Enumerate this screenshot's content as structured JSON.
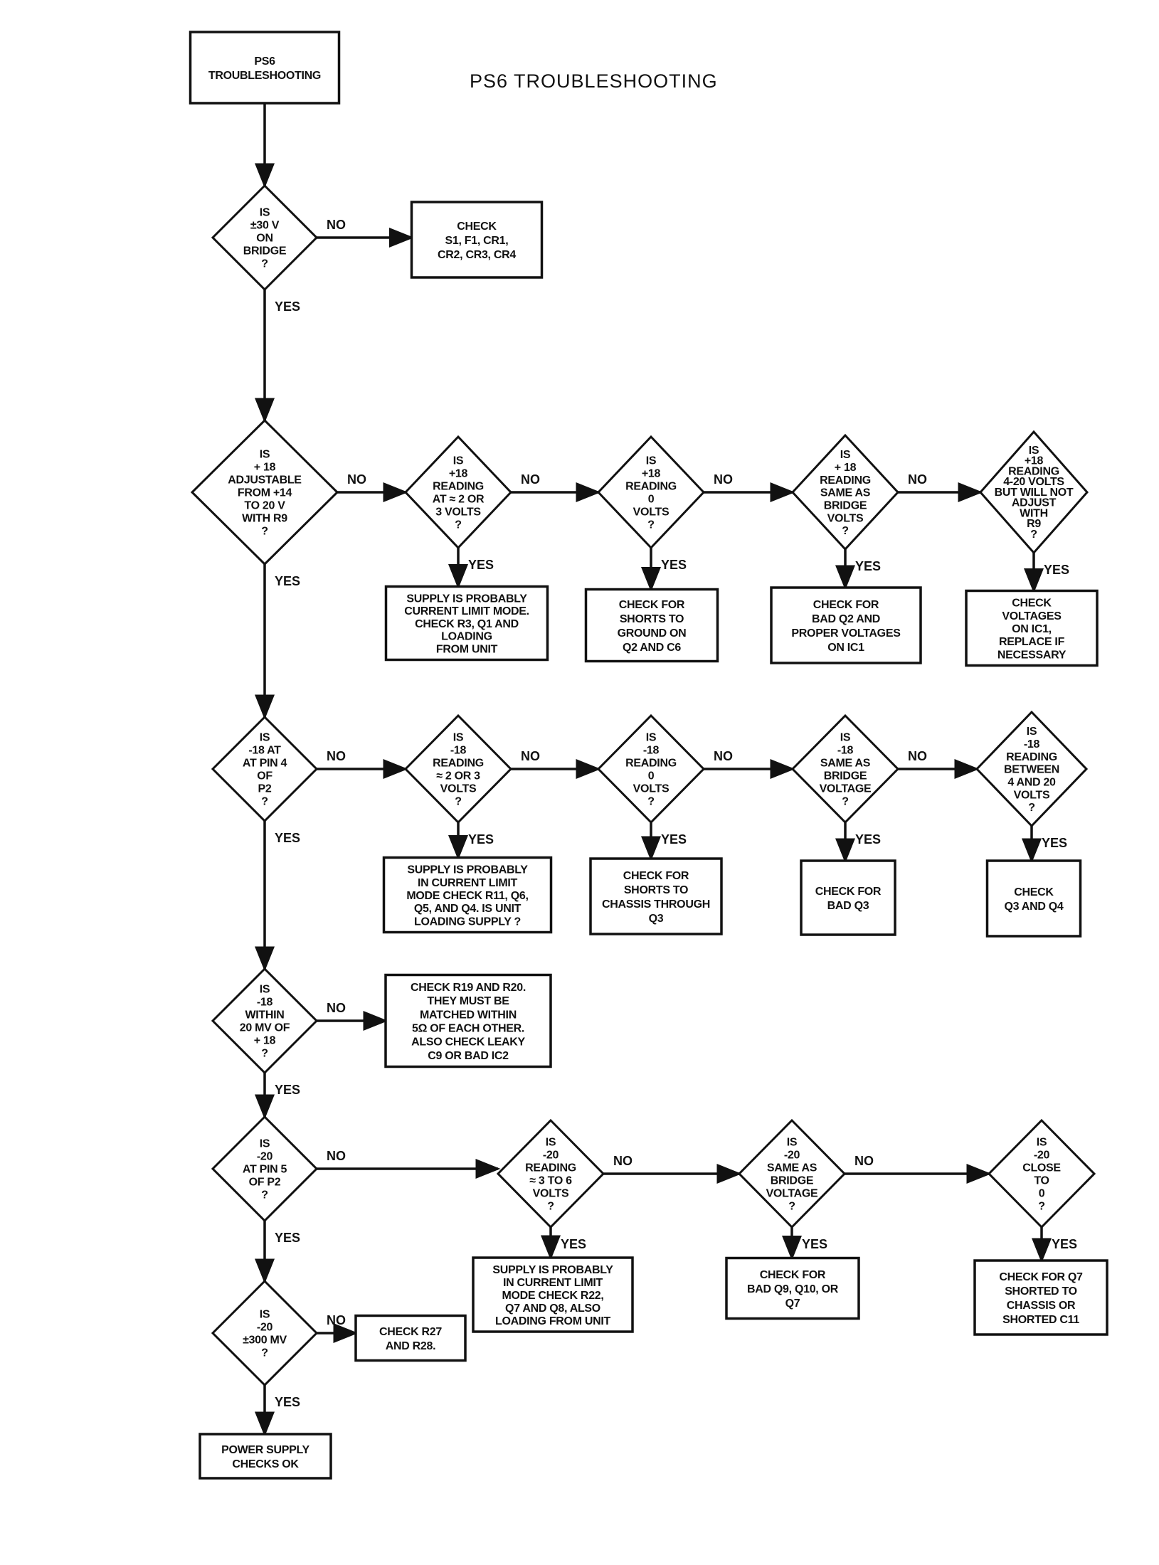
{
  "title": "PS6  TROUBLESHOOTING",
  "nodes": [
    {
      "id": "start",
      "kind": "process",
      "lines": [
        "PS6",
        "TROUBLESHOOTING"
      ]
    },
    {
      "id": "d1",
      "kind": "decision",
      "lines": [
        "IS",
        "±30 V",
        "ON",
        "BRIDGE",
        "?"
      ]
    },
    {
      "id": "b1",
      "kind": "process",
      "lines": [
        "CHECK",
        "S1, F1, CR1,",
        "CR2, CR3, CR4"
      ]
    },
    {
      "id": "d2",
      "kind": "decision",
      "lines": [
        "IS",
        "+ 18",
        "ADJUSTABLE",
        "FROM +14",
        "TO 20 V",
        "WITH R9",
        "?"
      ]
    },
    {
      "id": "d2a",
      "kind": "decision",
      "lines": [
        "IS",
        "+18",
        "READING",
        "AT ≈ 2 OR",
        "3 VOLTS",
        "?"
      ]
    },
    {
      "id": "d2b",
      "kind": "decision",
      "lines": [
        "IS",
        "+18",
        "READING",
        "0",
        "VOLTS",
        "?"
      ]
    },
    {
      "id": "d2c",
      "kind": "decision",
      "lines": [
        "IS",
        "+ 18",
        "READING",
        "SAME AS",
        "BRIDGE",
        "VOLTS",
        "?"
      ]
    },
    {
      "id": "d2d",
      "kind": "decision",
      "lines": [
        "IS",
        "+18",
        "READING",
        "4-20 VOLTS",
        "BUT WILL NOT",
        "ADJUST",
        "WITH",
        "R9",
        "?"
      ]
    },
    {
      "id": "b2a",
      "kind": "process",
      "lines": [
        "SUPPLY IS PROBABLY",
        "CURRENT LIMIT MODE.",
        "CHECK R3, Q1 AND",
        "LOADING",
        "FROM UNIT"
      ]
    },
    {
      "id": "b2b",
      "kind": "process",
      "lines": [
        "CHECK FOR",
        "SHORTS TO",
        "GROUND ON",
        "Q2 AND C6"
      ]
    },
    {
      "id": "b2c",
      "kind": "process",
      "lines": [
        "CHECK FOR",
        "BAD Q2 AND",
        "PROPER VOLTAGES",
        "ON IC1"
      ]
    },
    {
      "id": "b2d",
      "kind": "process",
      "lines": [
        "CHECK",
        "VOLTAGES",
        "ON IC1,",
        "REPLACE IF",
        "NECESSARY"
      ]
    },
    {
      "id": "d3",
      "kind": "decision",
      "lines": [
        "IS",
        "-18 AT",
        "AT PIN 4",
        "OF",
        "P2",
        "?"
      ]
    },
    {
      "id": "d3a",
      "kind": "decision",
      "lines": [
        "IS",
        "-18",
        "READING",
        "≈ 2 OR 3",
        "VOLTS",
        "?"
      ]
    },
    {
      "id": "d3b",
      "kind": "decision",
      "lines": [
        "IS",
        "-18",
        "READING",
        "0",
        "VOLTS",
        "?"
      ]
    },
    {
      "id": "d3c",
      "kind": "decision",
      "lines": [
        "IS",
        "-18",
        "SAME AS",
        "BRIDGE",
        "VOLTAGE",
        "?"
      ]
    },
    {
      "id": "d3d",
      "kind": "decision",
      "lines": [
        "IS",
        "-18",
        "READING",
        "BETWEEN",
        "4 AND 20",
        "VOLTS",
        "?"
      ]
    },
    {
      "id": "b3a",
      "kind": "process",
      "lines": [
        "SUPPLY IS PROBABLY",
        "IN CURRENT LIMIT",
        "MODE  CHECK R11, Q6,",
        "Q5, AND Q4.  IS UNIT",
        "LOADING SUPPLY ?"
      ]
    },
    {
      "id": "b3b",
      "kind": "process",
      "lines": [
        "CHECK FOR",
        "SHORTS TO",
        "CHASSIS THROUGH",
        "Q3"
      ]
    },
    {
      "id": "b3c",
      "kind": "process",
      "lines": [
        "CHECK FOR",
        "BAD  Q3"
      ]
    },
    {
      "id": "b3d",
      "kind": "process",
      "lines": [
        "CHECK",
        "Q3 AND Q4"
      ]
    },
    {
      "id": "d4",
      "kind": "decision",
      "lines": [
        "IS",
        "-18",
        "WITHIN",
        "20 MV OF",
        "+ 18",
        "?"
      ]
    },
    {
      "id": "b4",
      "kind": "process",
      "lines": [
        "CHECK R19 AND R20.",
        "THEY MUST BE",
        "MATCHED  WITHIN",
        "5Ω  OF EACH OTHER.",
        "ALSO CHECK LEAKY",
        "C9  OR  BAD  IC2"
      ]
    },
    {
      "id": "d5",
      "kind": "decision",
      "lines": [
        "IS",
        "-20",
        "AT  PIN 5",
        "OF  P2",
        "?"
      ]
    },
    {
      "id": "d5a",
      "kind": "decision",
      "lines": [
        "IS",
        "-20",
        "READING",
        "≈ 3 TO 6",
        "VOLTS",
        "?"
      ]
    },
    {
      "id": "d5b",
      "kind": "decision",
      "lines": [
        "IS",
        "-20",
        "SAME AS",
        "BRIDGE",
        "VOLTAGE",
        "?"
      ]
    },
    {
      "id": "d5c",
      "kind": "decision",
      "lines": [
        "IS",
        "-20",
        "CLOSE",
        "TO",
        "0",
        "?"
      ]
    },
    {
      "id": "b5a",
      "kind": "process",
      "lines": [
        "SUPPLY IS PROBABLY",
        "IN CURRENT LIMIT",
        "MODE  CHECK  R22,",
        "Q7 AND Q8, ALSO",
        "LOADING FROM UNIT"
      ]
    },
    {
      "id": "b5b",
      "kind": "process",
      "lines": [
        "CHECK FOR",
        "BAD Q9, Q10, OR",
        "Q7"
      ]
    },
    {
      "id": "b5c",
      "kind": "process",
      "lines": [
        "CHECK FOR Q7",
        "SHORTED  TO",
        "CHASSIS  OR",
        "SHORTED  C11"
      ]
    },
    {
      "id": "d6",
      "kind": "decision",
      "lines": [
        "IS",
        "-20",
        "±300 MV",
        "?"
      ]
    },
    {
      "id": "b6",
      "kind": "process",
      "lines": [
        "CHECK   R27",
        "AND  R28."
      ]
    },
    {
      "id": "end",
      "kind": "process",
      "lines": [
        "POWER SUPPLY",
        "CHECKS  OK"
      ]
    }
  ],
  "edges": [
    {
      "from": "start",
      "to": "d1",
      "label": ""
    },
    {
      "from": "d1",
      "to": "b1",
      "label": "NO"
    },
    {
      "from": "d1",
      "to": "d2",
      "label": "YES"
    },
    {
      "from": "d2",
      "to": "d2a",
      "label": "NO"
    },
    {
      "from": "d2a",
      "to": "d2b",
      "label": "NO"
    },
    {
      "from": "d2b",
      "to": "d2c",
      "label": "NO"
    },
    {
      "from": "d2c",
      "to": "d2d",
      "label": "NO"
    },
    {
      "from": "d2a",
      "to": "b2a",
      "label": "YES"
    },
    {
      "from": "d2b",
      "to": "b2b",
      "label": "YES"
    },
    {
      "from": "d2c",
      "to": "b2c",
      "label": "YES"
    },
    {
      "from": "d2d",
      "to": "b2d",
      "label": "YES"
    },
    {
      "from": "d2",
      "to": "d3",
      "label": "YES"
    },
    {
      "from": "d3",
      "to": "d3a",
      "label": "NO"
    },
    {
      "from": "d3a",
      "to": "d3b",
      "label": "NO"
    },
    {
      "from": "d3b",
      "to": "d3c",
      "label": "NO"
    },
    {
      "from": "d3c",
      "to": "d3d",
      "label": "NO"
    },
    {
      "from": "d3a",
      "to": "b3a",
      "label": "YES"
    },
    {
      "from": "d3b",
      "to": "b3b",
      "label": "YES"
    },
    {
      "from": "d3c",
      "to": "b3c",
      "label": "YES"
    },
    {
      "from": "d3d",
      "to": "b3d",
      "label": "YES"
    },
    {
      "from": "d3",
      "to": "d4",
      "label": "YES"
    },
    {
      "from": "d4",
      "to": "b4",
      "label": "NO"
    },
    {
      "from": "d4",
      "to": "d5",
      "label": "YES"
    },
    {
      "from": "d5",
      "to": "d5a",
      "label": "NO"
    },
    {
      "from": "d5a",
      "to": "d5b",
      "label": "NO"
    },
    {
      "from": "d5b",
      "to": "d5c",
      "label": "NO"
    },
    {
      "from": "d5a",
      "to": "b5a",
      "label": "YES"
    },
    {
      "from": "d5b",
      "to": "b5b",
      "label": "YES"
    },
    {
      "from": "d5c",
      "to": "b5c",
      "label": "YES"
    },
    {
      "from": "d5",
      "to": "d6",
      "label": "YES"
    },
    {
      "from": "d6",
      "to": "b6",
      "label": "NO"
    },
    {
      "from": "d6",
      "to": "end",
      "label": "YES"
    }
  ]
}
